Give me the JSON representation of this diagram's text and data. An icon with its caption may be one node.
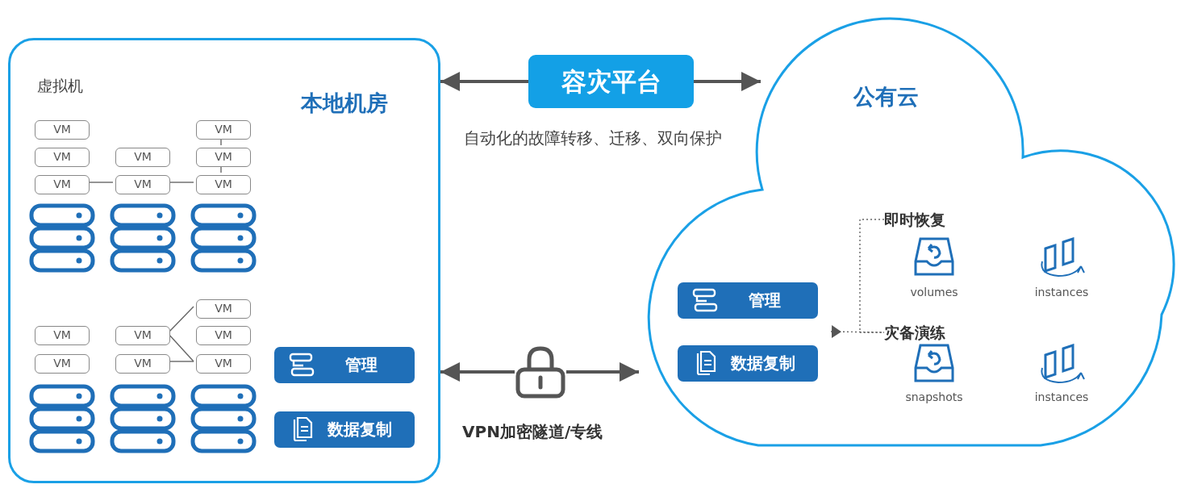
{
  "diagram": {
    "nodes": [
      {
        "text": [
          "虚拟机",
          "本地机房"
        ]
      },
      {
        "text": [
          "VM"
        ],
        "in": 0
      },
      {
        "text": [
          "VM"
        ],
        "in": 0
      },
      {
        "text": [
          "VM"
        ],
        "in": 0
      },
      {
        "text": [
          "VM"
        ],
        "in": 0
      },
      {
        "text": [
          "VM"
        ],
        "in": 0
      },
      {
        "text": [
          "VM"
        ],
        "in": 0
      },
      {
        "text": [
          "VM"
        ],
        "in": 0
      },
      {
        "text": [
          "VM"
        ],
        "in": 0
      },
      {
        "text": [],
        "shape": "picture",
        "in": 0
      },
      {
        "text": [],
        "shape": "picture",
        "in": 0
      },
      {
        "text": [],
        "shape": "picture",
        "in": 0
      },
      {
        "text": [
          "VM"
        ],
        "in": 0
      },
      {
        "text": [
          "VM"
        ],
        "in": 0
      },
      {
        "text": [
          "VM"
        ],
        "in": 0
      },
      {
        "text": [
          "VM"
        ],
        "in": 0
      },
      {
        "text": [
          "VM"
        ],
        "in": 0
      },
      {
        "text": [
          "VM"
        ],
        "in": 0
      },
      {
        "text": [
          "VM"
        ],
        "in": 0
      },
      {
        "text": [],
        "shape": "picture",
        "in": 0
      },
      {
        "text": [],
        "shape": "picture",
        "in": 0
      },
      {
        "text": [],
        "shape": "picture",
        "in": 0
      },
      {
        "text": [
          "管理"
        ],
        "in": 0
      },
      {
        "text": [
          "数据复制"
        ],
        "in": 0
      },
      {
        "text": [
          "容灾平台"
        ],
        "beside": [
          "自动化的故障转移、迁移、双向保护"
        ]
      },
      {
        "text": [],
        "shape": "picture",
        "beside": [
          "VPN加密隧道/专线"
        ]
      },
      {
        "text": [
          "公有云"
        ]
      },
      {
        "text": [
          "管理"
        ],
        "in": 26
      },
      {
        "text": [
          "数据复制"
        ],
        "in": 26
      },
      {
        "text": [
          "即时恢复"
        ],
        "in": 26
      },
      {
        "text": [
          "volumes"
        ],
        "in": 26
      },
      {
        "text": [
          "instances"
        ],
        "in": 26
      },
      {
        "text": [
          "灾备演练"
        ],
        "in": 26
      },
      {
        "text": [
          "snapshots"
        ],
        "in": 26
      },
      {
        "text": [
          "instances"
        ],
        "in": 26
      }
    ],
    "edges": [
      {
        "from": 2,
        "to": 5,
        "arrow": "none"
      },
      {
        "from": 5,
        "to": 8,
        "arrow": "none"
      },
      {
        "from": 6,
        "to": 7,
        "arrow": "none"
      },
      {
        "from": 7,
        "to": 8,
        "arrow": "none"
      },
      {
        "from": 14,
        "to": 12,
        "arrow": "none"
      },
      {
        "from": 14,
        "to": 18,
        "arrow": "none"
      },
      {
        "from": 17,
        "to": 18,
        "arrow": "none"
      },
      {
        "from": 24,
        "to": 0,
        "arrow": "to",
        "style": "thick"
      },
      {
        "from": 24,
        "to": 26,
        "arrow": "to",
        "style": "thick"
      },
      {
        "from": 25,
        "to": 0,
        "arrow": "to",
        "style": "thick"
      },
      {
        "from": 25,
        "to": 26,
        "arrow": "to",
        "style": "thick"
      },
      {
        "from": 29,
        "to": 32,
        "arrow": "none",
        "style": "dashed"
      },
      {
        "from": null,
        "to": 32,
        "arrow": "to",
        "style": "dashed"
      }
    ]
  }
}
